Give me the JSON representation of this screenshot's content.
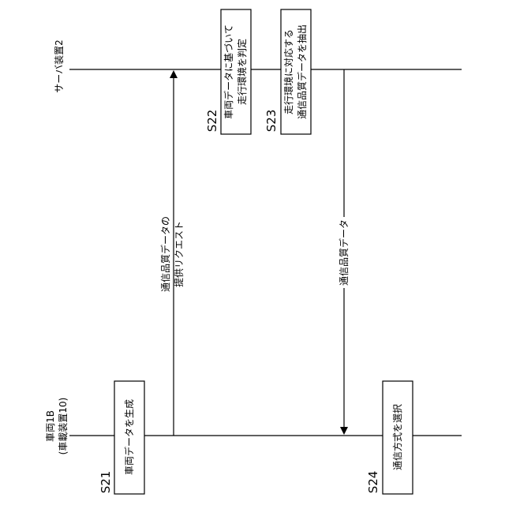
{
  "entities": {
    "server": {
      "label": "サーバ装置2"
    },
    "vehicle": {
      "label_line1": "車両1B",
      "label_line2": "(車載装置10)"
    }
  },
  "steps": {
    "s21": {
      "id": "S21",
      "lines": [
        "車両データを生成"
      ]
    },
    "s22": {
      "id": "S22",
      "lines": [
        "車両データに基づいて",
        "走行環境を判定"
      ]
    },
    "s23": {
      "id": "S23",
      "lines": [
        "走行環境に対応する",
        "通信品質データを抽出"
      ]
    },
    "s24": {
      "id": "S24",
      "lines": [
        "通信方式を選択"
      ]
    }
  },
  "messages": {
    "request": {
      "lines": [
        "通信品質データの",
        "提供リクエスト"
      ]
    },
    "response": {
      "lines": [
        "通信品質データ"
      ]
    }
  },
  "colors": {
    "line": "#000000",
    "box_fill": "#ffffff"
  }
}
